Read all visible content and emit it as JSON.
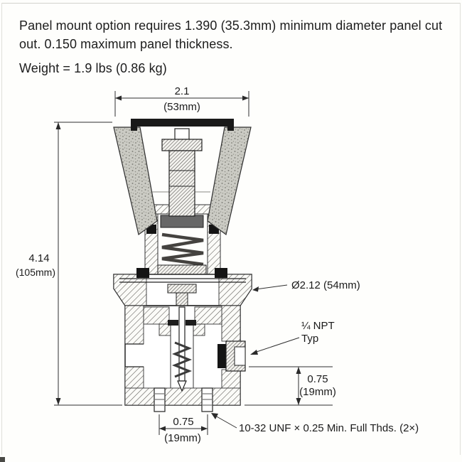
{
  "notes": {
    "panel_mount": "Panel mount option requires 1.390 (35.3mm) minimum diameter panel cut out. 0.150 maximum panel thickness.",
    "weight": "Weight = 1.9 lbs (0.86 kg)"
  },
  "dims": {
    "top_width": {
      "in": "2.1",
      "mm": "(53mm)"
    },
    "overall_height": {
      "in": "4.14",
      "mm": "(105mm)"
    },
    "body_diameter": "Ø2.12 (54mm)",
    "port": {
      "line1": "¼ NPT",
      "line2": "Typ"
    },
    "port_height": {
      "in": "0.75",
      "mm": "(19mm)"
    },
    "hole_spacing": {
      "in": "0.75",
      "mm": "(19mm)"
    },
    "mount_thread": "10-32 UNF × 0.25 Min. Full Thds. (2×)"
  }
}
